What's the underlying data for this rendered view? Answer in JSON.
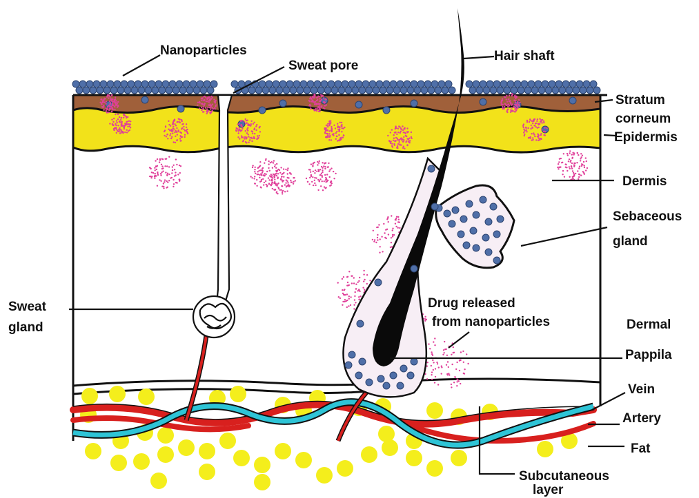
{
  "labels": {
    "nanoparticles": "Nanoparticles",
    "sweat_pore": "Sweat pore",
    "hair_shaft": "Hair shaft",
    "stratum_line1": "Stratum",
    "stratum_line2": "corneum",
    "epidermis": "Epidermis",
    "dermis": "Dermis",
    "sebaceous_line1": "Sebaceous",
    "sebaceous_line2": "gland",
    "sweat_gland_line1": "Sweat",
    "sweat_gland_line2": "gland",
    "drug_line1": "Drug released",
    "drug_line2": "from nanoparticles",
    "dermal": "Dermal",
    "pappila": "Pappila",
    "vein": "Vein",
    "artery": "Artery",
    "fat": "Fat",
    "subcutaneous_line1": "Subcutaneous",
    "subcutaneous_line2": "layer"
  },
  "colors": {
    "nanoparticle": "#4f6fa8",
    "stratum_corneum": "#a0603a",
    "epidermis": "#f2e21a",
    "drug": "#e0409a",
    "vein": "#2ec4d6",
    "artery": "#d8201e",
    "fat": "#f4ee1c",
    "hair": "#0a0a0a"
  }
}
